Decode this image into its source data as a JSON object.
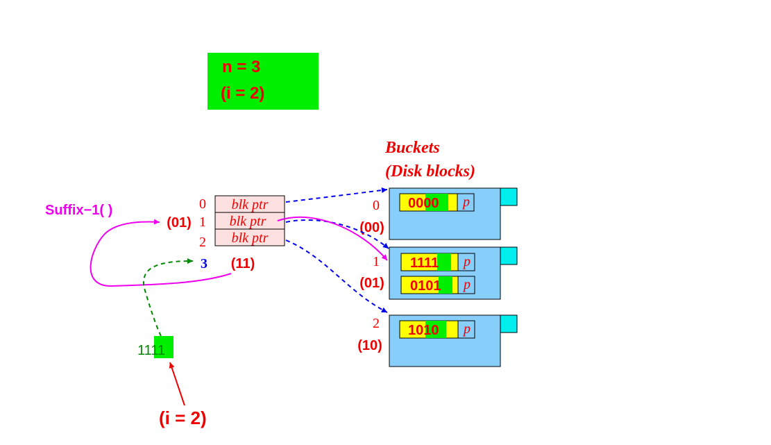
{
  "params": {
    "n_line": "n = 3",
    "i_line": "(i = 2)"
  },
  "colors": {
    "red": "#ee0000",
    "green_box": "#00ee00",
    "magenta": "#ee00ee",
    "blue": "#0000ee",
    "dark_green": "#008800",
    "pink_cell": "#fde0e0",
    "bucket_fill": "#87cefa",
    "tab_fill": "#00eeee",
    "record_yellow": "#ffff00",
    "record_cyan": "#87cefa"
  },
  "buckets_label": {
    "line1": "Buckets",
    "line2": "(Disk blocks)"
  },
  "directory": {
    "cells": [
      {
        "index": "0",
        "label": "blk ptr"
      },
      {
        "index": "1",
        "label": "blk ptr",
        "suffix": "(01)"
      },
      {
        "index": "2",
        "label": "blk ptr"
      }
    ],
    "new_index": "3",
    "new_suffix": "(11)"
  },
  "suffix_function": "Suffix−1( )",
  "inserted_key": {
    "prefix": "11",
    "suffix": "11"
  },
  "bottom_label": "(i = 2)",
  "bucket_list": [
    {
      "index": "0",
      "suffix": "(00)",
      "records": [
        {
          "prefix": "00",
          "suffix": "00",
          "ptr": "p"
        }
      ]
    },
    {
      "index": "1",
      "suffix": "(01)",
      "records": [
        {
          "prefix": "111",
          "suffix": "1",
          "ptr": "p"
        },
        {
          "prefix": "010",
          "suffix": "1",
          "ptr": "p"
        }
      ]
    },
    {
      "index": "2",
      "suffix": "(10)",
      "records": [
        {
          "prefix": "10",
          "suffix": "10",
          "ptr": "p"
        }
      ]
    }
  ]
}
